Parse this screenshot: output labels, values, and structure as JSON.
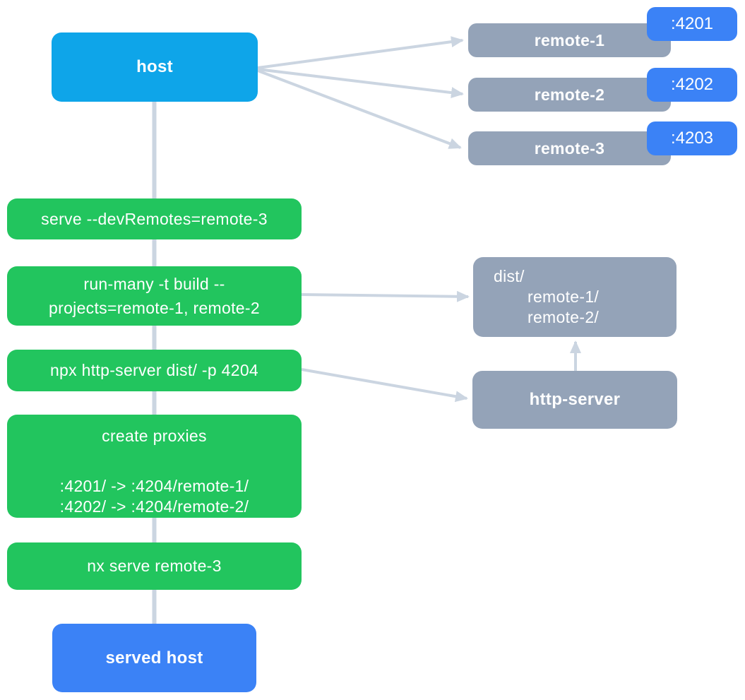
{
  "colors": {
    "background": "#ffffff",
    "host_blue": "#0ea5e9",
    "accent_blue": "#3b82f6",
    "green": "#22c55e",
    "slate": "#94a3b8",
    "arrow": "#cbd5e1",
    "text": "#ffffff"
  },
  "nodes": {
    "host": {
      "label": "host"
    },
    "remotes": [
      {
        "label": "remote-1",
        "port": ":4201"
      },
      {
        "label": "remote-2",
        "port": ":4202"
      },
      {
        "label": "remote-3",
        "port": ":4203"
      }
    ],
    "steps": [
      {
        "text": "serve --devRemotes=remote-3"
      },
      {
        "lines": [
          "run-many -t build --",
          "projects=remote-1, remote-2"
        ]
      },
      {
        "text": "npx http-server dist/ -p 4204"
      },
      {
        "title": "create proxies",
        "lines": [
          ":4201/ -> :4204/remote-1/",
          ":4202/ -> :4204/remote-2/"
        ]
      },
      {
        "text": "nx serve remote-3"
      }
    ],
    "dist": {
      "lines": [
        "dist/",
        "remote-1/",
        "remote-2/"
      ]
    },
    "http_server": {
      "label": "http-server"
    },
    "served_host": {
      "label": "served host"
    }
  }
}
